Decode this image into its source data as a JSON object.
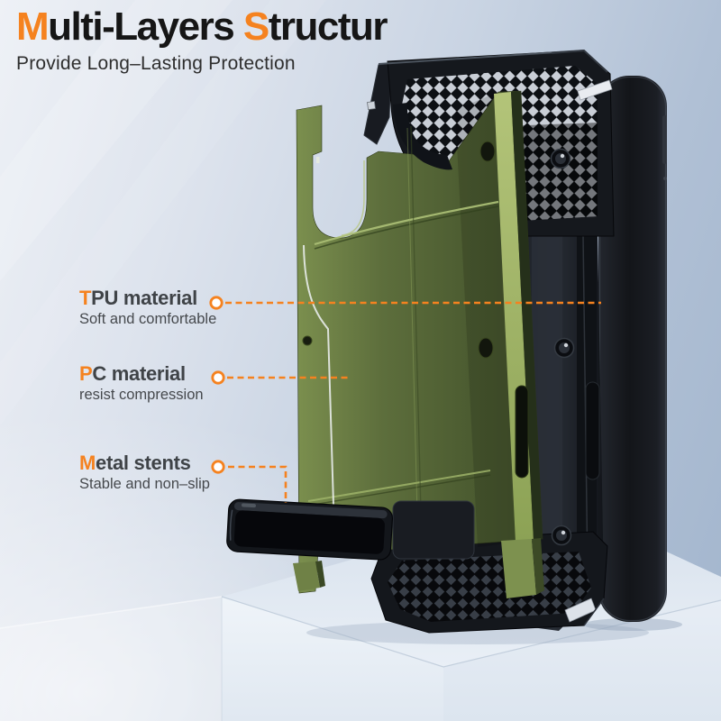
{
  "title": {
    "word1_accent": "M",
    "word1_rest": "ulti-Layers ",
    "word2_accent": "S",
    "word2_rest": "tructur",
    "subtitle": "Provide Long–Lasting Protection"
  },
  "callouts": [
    {
      "accent": "T",
      "rest": "PU material",
      "desc": "Soft and comfortable"
    },
    {
      "accent": "P",
      "rest": "C material",
      "desc": "resist compression"
    },
    {
      "accent": "M",
      "rest": "etal stents",
      "desc": "Stable and non–slip"
    }
  ],
  "icons": {
    "callout_marker": "hollow-dot",
    "leader_line": "orange-dashed-line"
  },
  "colors": {
    "accent": "#f5821f",
    "title_text": "#161616",
    "subtitle_text": "#2e2e2e",
    "callout_title": "#3f4347",
    "callout_desc": "#46494d",
    "case_green": "#5a6a3e",
    "case_green_light": "#9db266",
    "armor_black": "#15181d",
    "mesh_silver": "#c9ced6",
    "background_blue": "#a7b9d1",
    "pedestal_white": "#e9eff6"
  }
}
